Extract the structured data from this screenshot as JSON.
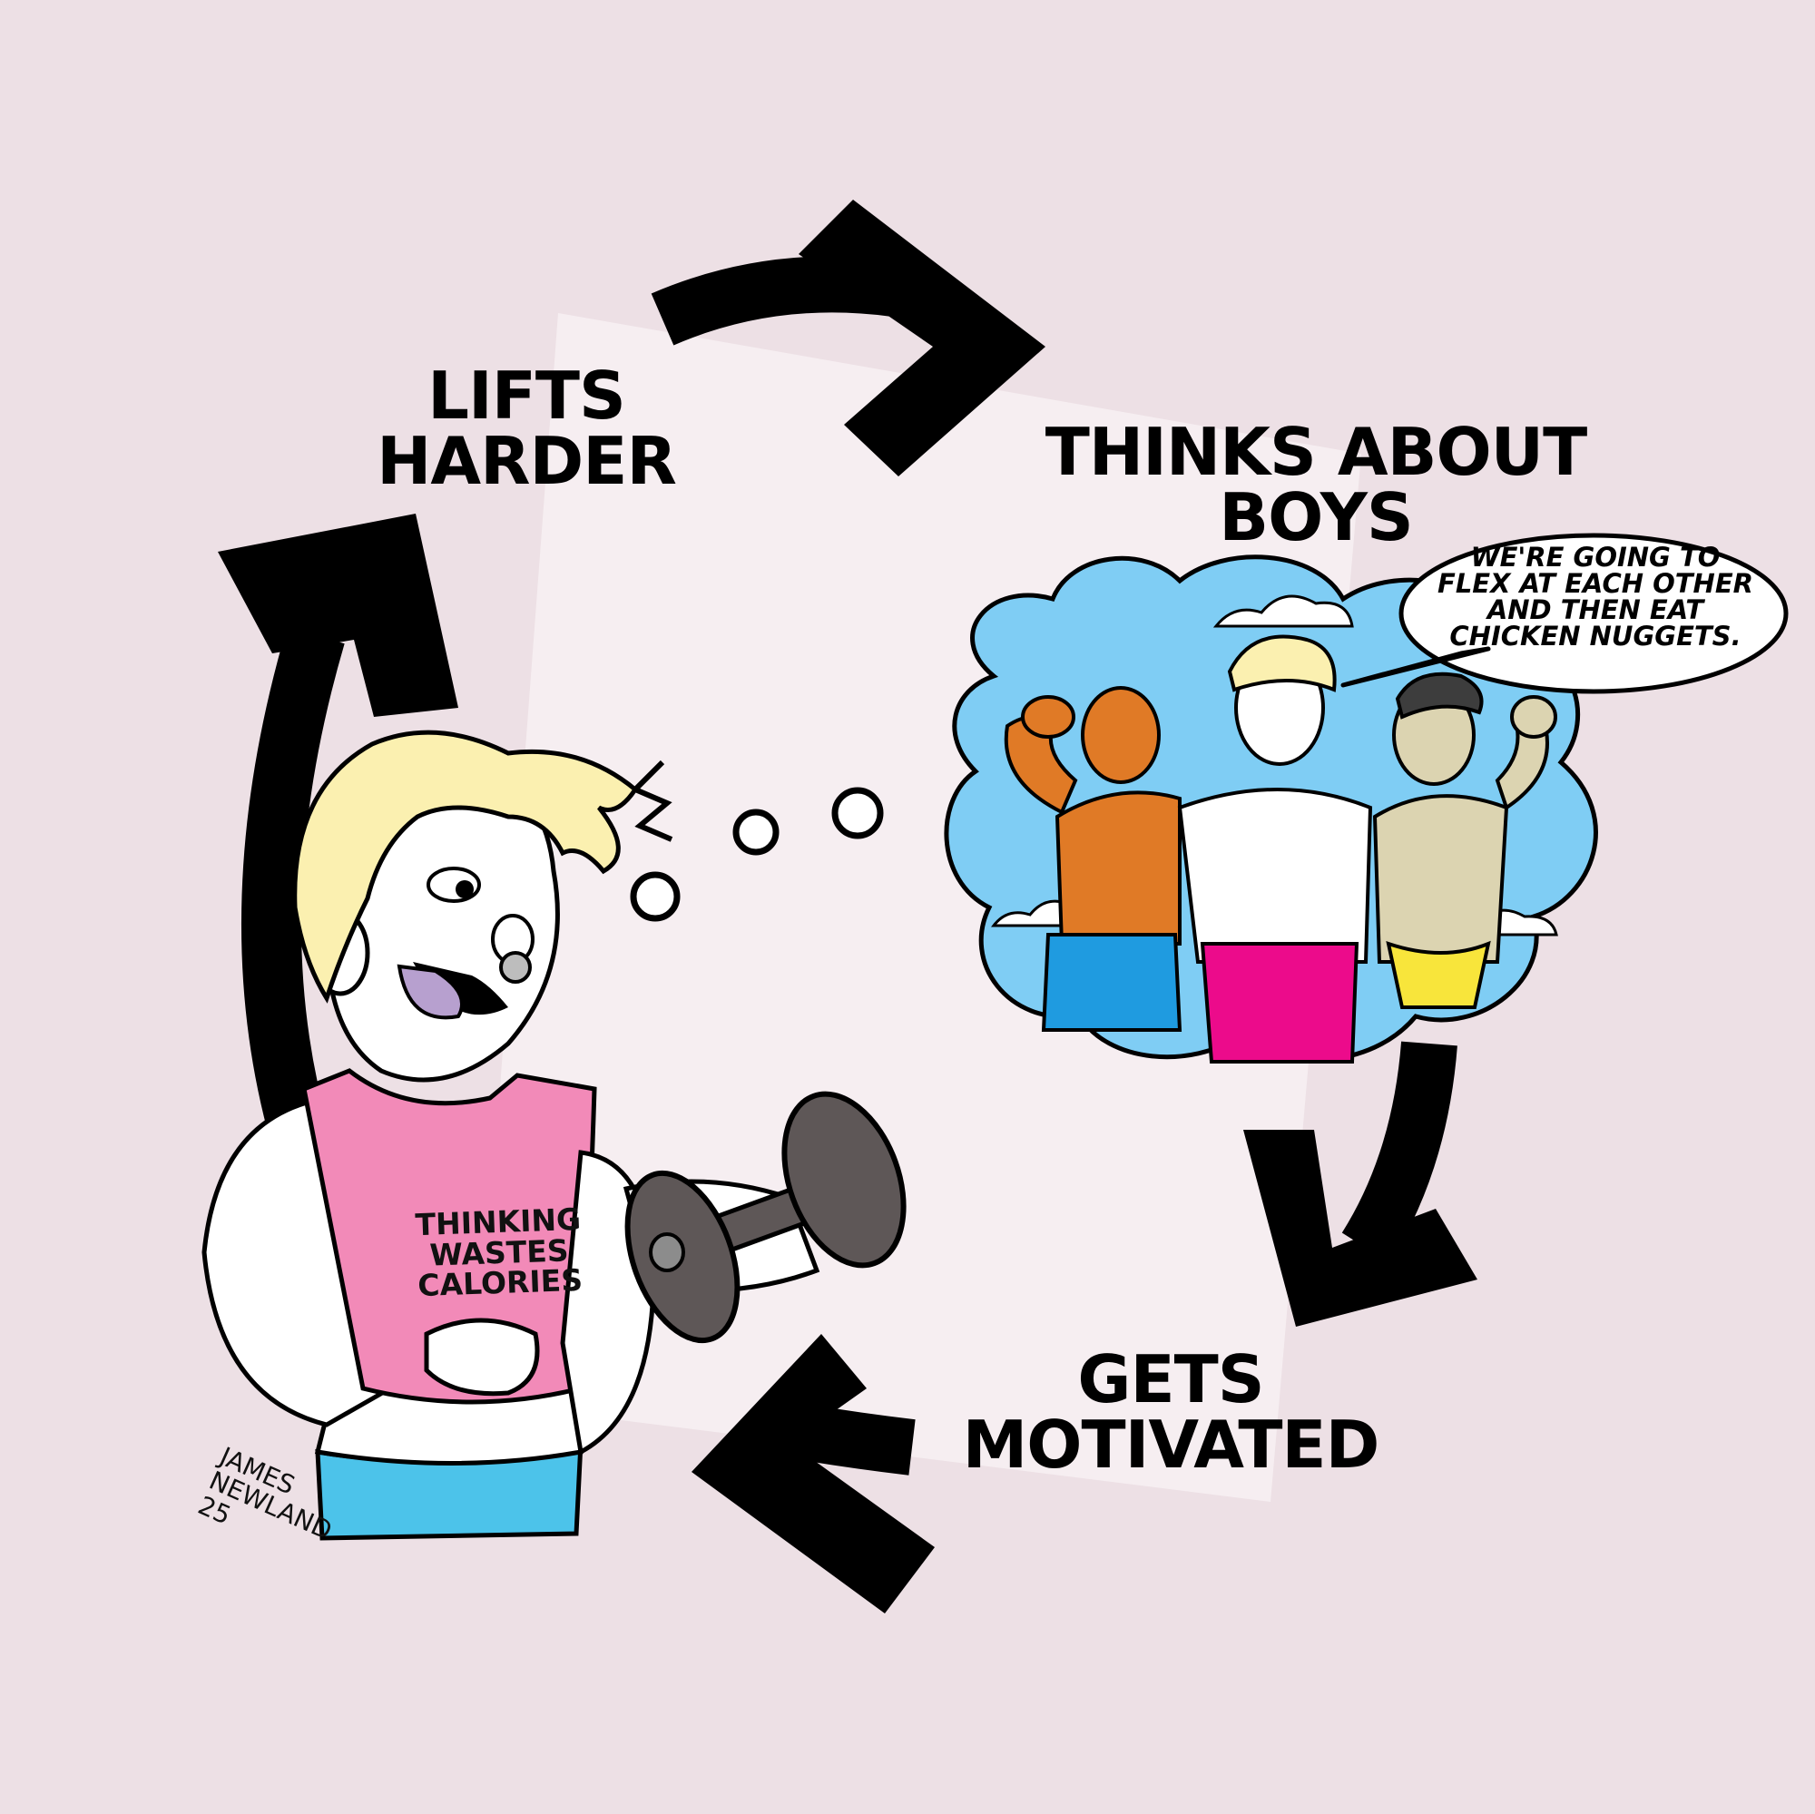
{
  "cycle": {
    "step1": [
      "LIFTS",
      "HARDER"
    ],
    "step2": [
      "THINKS ABOUT",
      "BOYS"
    ],
    "step3": [
      "GETS",
      "MOTIVATED"
    ]
  },
  "speech_bubble": [
    "WE'RE GOING TO",
    "FLEX AT EACH OTHER",
    "AND THEN EAT",
    "CHICKEN NUGGETS."
  ],
  "shirt": [
    "THINKING",
    "WASTES",
    "CALORIES"
  ],
  "signature": [
    "JAMES",
    "NEWLAND",
    "25"
  ],
  "colors": {
    "background": "#ede0e5",
    "center_panel": "#f6eef1",
    "arrow": "#000000",
    "hair": "#fbf0b0",
    "shirt_pink": "#f28ab8",
    "tongue": "#b7a0cf",
    "shorts_blue": "#4cc3ea",
    "sky": "#7fcdf4",
    "dumbbell": "#5e5757",
    "tan_skin": "#e07a26",
    "khaki_skin": "#dcd4b1",
    "magenta_shorts": "#ec0b8b",
    "blue_shorts": "#1f9be0",
    "yellow_jock": "#f8e53b"
  },
  "icons": [
    "cycle-arrow-icon",
    "thought-bubble-icon",
    "speech-bubble-icon",
    "dumbbell-icon",
    "cloud-icon"
  ]
}
